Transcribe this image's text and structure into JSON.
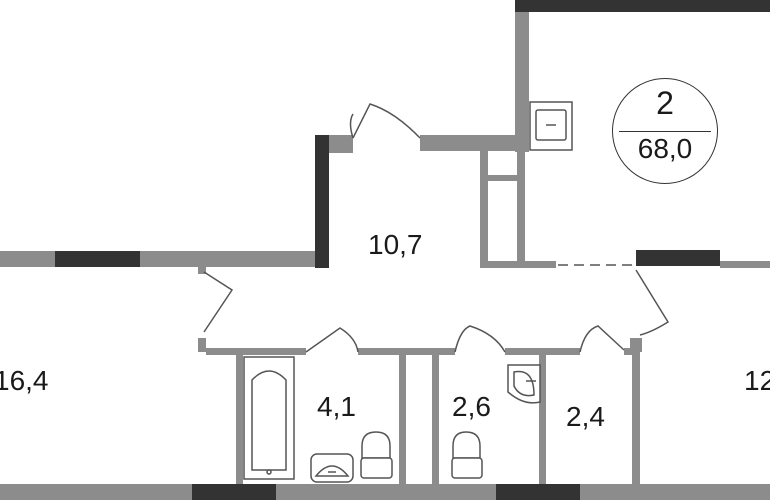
{
  "apartment": {
    "rooms": "2",
    "total_area": "68,0"
  },
  "rooms": {
    "hall_area": "10,7",
    "living_area": "16,4",
    "bathroom_area": "4,1",
    "toilet_area": "2,6",
    "storage_area": "2,4",
    "bedroom_area_partial": "12"
  },
  "colors": {
    "wall": "#8c8c8c",
    "window": "#333333",
    "fixture_stroke": "#555555"
  }
}
